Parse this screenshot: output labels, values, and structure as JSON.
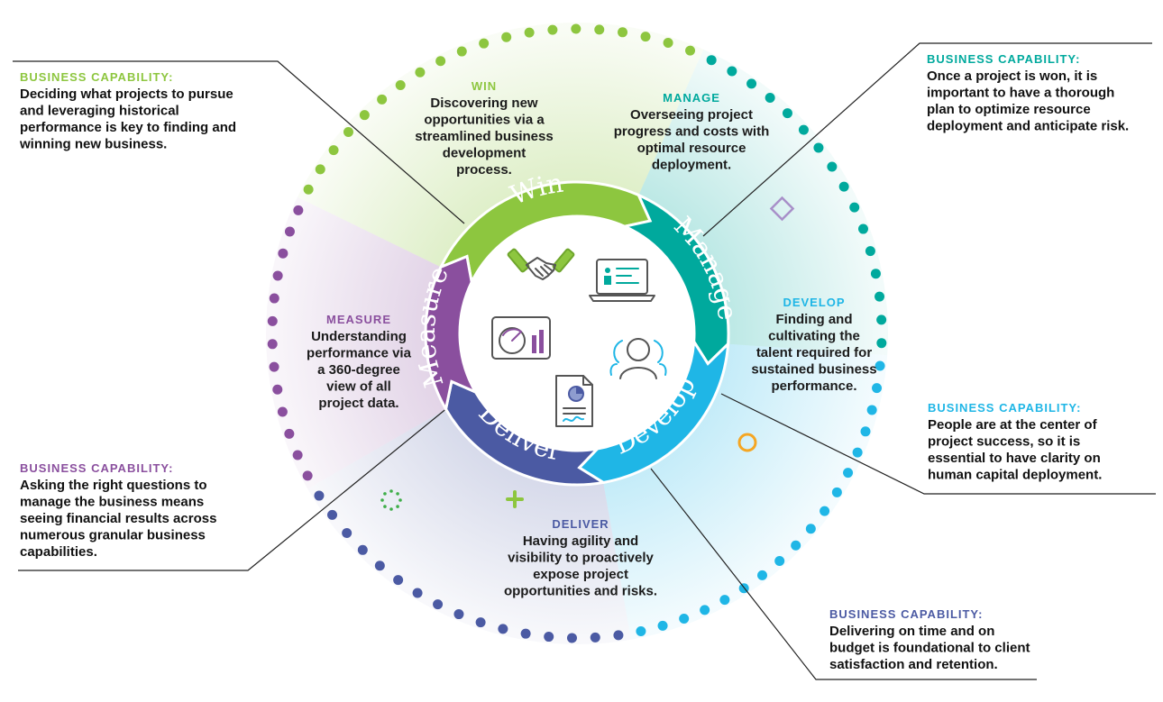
{
  "colors": {
    "win": "#8dc63f",
    "manage": "#00a99d",
    "develop": "#1fb6e6",
    "deliver": "#4b5aa3",
    "measure": "#8a4f9e",
    "text": "#1b1b1b",
    "icon": "#555555"
  },
  "segments": [
    {
      "key": "win",
      "ring_label": "Win",
      "title": "WIN",
      "lines": [
        "Discovering new",
        "opportunities via a",
        "streamlined business",
        "development",
        "process."
      ]
    },
    {
      "key": "manage",
      "ring_label": "Manage",
      "title": "MANAGE",
      "lines": [
        "Overseeing project",
        "progress and costs with",
        "optimal resource",
        "deployment."
      ]
    },
    {
      "key": "develop",
      "ring_label": "Develop",
      "title": "DEVELOP",
      "lines": [
        "Finding and",
        "cultivating the",
        "talent required for",
        "sustained business",
        "performance."
      ]
    },
    {
      "key": "deliver",
      "ring_label": "Deliver",
      "title": "DELIVER",
      "lines": [
        "Having agility and",
        "visibility to proactively",
        "expose project",
        "opportunities and risks."
      ]
    },
    {
      "key": "measure",
      "ring_label": "Measure",
      "title": "MEASURE",
      "lines": [
        "Understanding",
        "performance via",
        "a 360-degree",
        "view of all",
        "project data."
      ]
    }
  ],
  "capabilities": [
    {
      "key": "win",
      "title": "BUSINESS CAPABILITY:",
      "lines": [
        "Deciding what projects to pursue",
        "and leveraging historical",
        "performance is key to finding and",
        "winning new business."
      ]
    },
    {
      "key": "manage",
      "title": "BUSINESS CAPABILITY:",
      "lines": [
        "Once a project is won, it is",
        "important to have a thorough",
        "plan to optimize resource",
        "deployment and anticipate risk."
      ]
    },
    {
      "key": "develop",
      "title": "BUSINESS CAPABILITY:",
      "lines": [
        "People are at the center of",
        "project success, so it is",
        "essential to have clarity on",
        "human capital deployment."
      ]
    },
    {
      "key": "deliver",
      "title": "BUSINESS CAPABILITY:",
      "lines": [
        "Delivering on time and on",
        "budget is foundational to client",
        "satisfaction and retention."
      ]
    },
    {
      "key": "measure",
      "title": "BUSINESS CAPABILITY:",
      "lines": [
        "Asking the right questions to",
        "manage the business means",
        "seeing financial results across",
        "numerous granular business",
        "capabilities."
      ]
    }
  ],
  "icons": [
    "handshake-icon",
    "laptop-dashboard-icon",
    "people-icon",
    "document-chart-icon",
    "gauge-monitor-icon"
  ]
}
